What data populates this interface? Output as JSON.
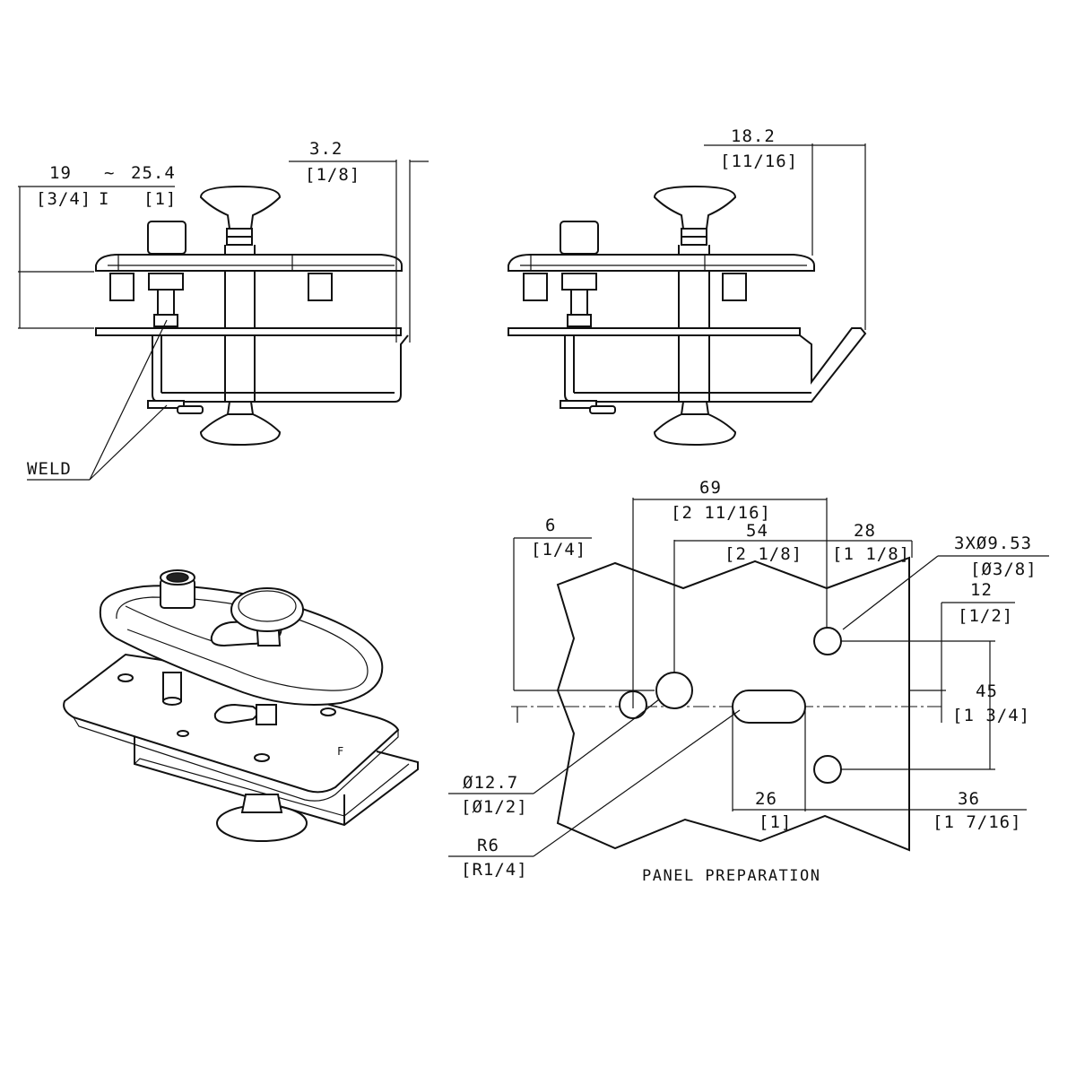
{
  "view_top_left": {
    "dim_grip_range": {
      "value": "19",
      "sep": "~",
      "value2": "25.4",
      "inch": "[3/4]",
      "bar": "I",
      "inch2": "[1]"
    },
    "dim_thickness": {
      "value": "3.2",
      "inch": "[1/8]"
    },
    "weld_label": "WELD"
  },
  "view_top_right": {
    "dim_depth": {
      "value": "18.2",
      "inch": "[11/16]"
    }
  },
  "panel_preparation": {
    "title": "PANEL PREPARATION",
    "dim_69": {
      "value": "69",
      "inch": "[2 11/16]"
    },
    "dim_54": {
      "value": "54",
      "inch": "[2 1/8]"
    },
    "dim_28": {
      "value": "28",
      "inch": "[1 1/8]"
    },
    "dim_6": {
      "value": "6",
      "inch": "[1/4]"
    },
    "dim_holes": {
      "value": "3XØ9.53",
      "inch": "[Ø3/8]"
    },
    "dim_12": {
      "value": "12",
      "inch": "[1/2]"
    },
    "dim_45": {
      "value": "45",
      "inch": "[1 3/4]"
    },
    "dim_hole_large": {
      "value": "Ø12.7",
      "inch": "[Ø1/2]"
    },
    "dim_radius": {
      "value": "R6",
      "inch": "[R1/4]"
    },
    "dim_26": {
      "value": "26",
      "inch": "[1]"
    },
    "dim_36": {
      "value": "36",
      "inch": "[1 7/16]"
    }
  }
}
